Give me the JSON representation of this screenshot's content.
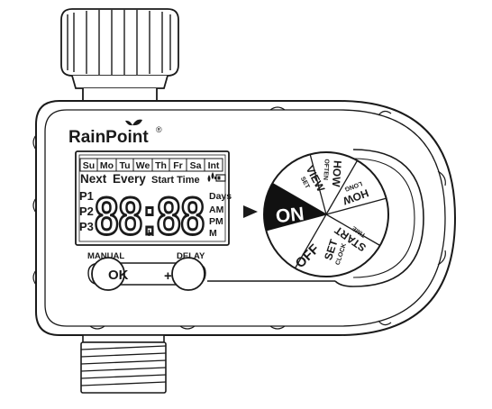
{
  "brand": {
    "name": "RainPoint",
    "registered": "®"
  },
  "lcd": {
    "days": [
      "Su",
      "Mo",
      "Tu",
      "We",
      "Th",
      "Fr",
      "Sa",
      "Int"
    ],
    "row2": {
      "next": "Next",
      "every": "Every",
      "start_time": "Start Time"
    },
    "programs": [
      "P1",
      "P2",
      "P3"
    ],
    "digits": "88:88",
    "hour_marker": "H",
    "units": {
      "days": "Days",
      "am": "AM",
      "pm": "PM",
      "m": "M"
    },
    "icons": [
      "water-drop-icon",
      "battery-icon"
    ]
  },
  "buttons": {
    "manual_label": "MANUAL",
    "ok_label": "OK",
    "delay_label": "DELAY",
    "plus_label": "+"
  },
  "dial": {
    "indicator": "pointer-arrow-icon",
    "on": "ON",
    "off": "OFF",
    "view": "VIEW",
    "view_sub": "SET",
    "how_often": "HOW",
    "how_often_sub": "OFTEN",
    "how_long": "HOW",
    "how_long_sub": "LONG",
    "start": "START",
    "start_sub": "TIME",
    "set": "SET",
    "set_sub": "CLOCK"
  },
  "colors": {
    "line": "#1a1a1a",
    "on_segment": "#111111",
    "background": "#ffffff"
  }
}
